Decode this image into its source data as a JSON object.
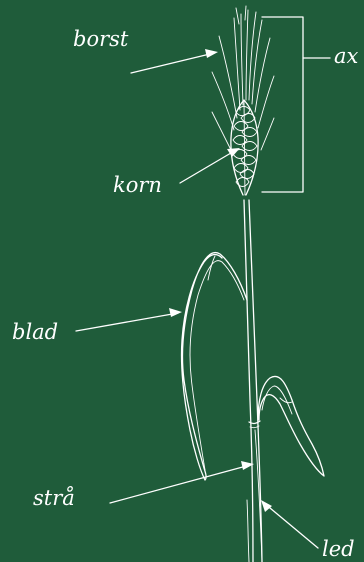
{
  "colors": {
    "background": "#1f5c3a",
    "chalk": "#ffffff"
  },
  "labels": {
    "borst": "borst",
    "ax": "ax",
    "korn": "korn",
    "blad": "blad",
    "stra": "strå",
    "led": "led"
  }
}
